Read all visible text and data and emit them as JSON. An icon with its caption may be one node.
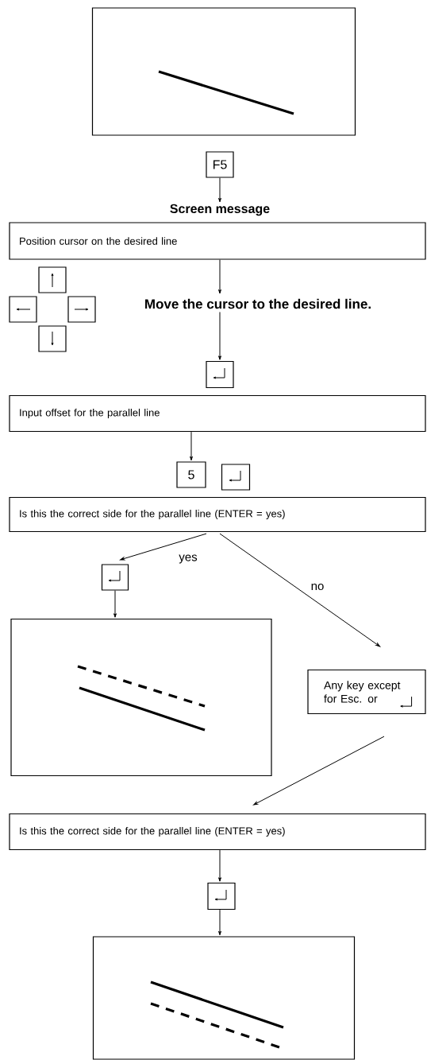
{
  "diagram": {
    "nodes": [
      {
        "text": [],
        "shape": "picture"
      },
      {
        "text": [
          "F5"
        ]
      },
      {
        "text": [
          "Screen message",
          "Position cursor on the desired line"
        ]
      },
      {
        "text": [
          "Move the cursor to the desired line."
        ]
      },
      {
        "text": [],
        "shape": "box"
      },
      {
        "text": [],
        "shape": "box"
      },
      {
        "text": [],
        "shape": "box"
      },
      {
        "text": [],
        "shape": "box"
      },
      {
        "text": [],
        "shape": "box"
      },
      {
        "text": [
          "Input offset for the parallel line"
        ]
      },
      {
        "text": [
          "5"
        ]
      },
      {
        "text": [],
        "shape": "box"
      },
      {
        "text": [
          "Is this the correct side for the parallel line (ENTER = yes)"
        ]
      },
      {
        "text": [],
        "shape": "box"
      },
      {
        "text": [],
        "shape": "picture"
      },
      {
        "text": [
          "Any key except for Esc. or"
        ]
      },
      {
        "text": [
          "Is this the correct side for the parallel line (ENTER = yes)"
        ]
      },
      {
        "text": [],
        "shape": "box"
      },
      {
        "text": [],
        "shape": "picture"
      }
    ],
    "edges": [
      {
        "from": 1,
        "to": 2,
        "arrow": "to"
      },
      {
        "from": 2,
        "to": 3,
        "arrow": "to"
      },
      {
        "from": 3,
        "to": 8,
        "arrow": "to"
      },
      {
        "from": 9,
        "to": 10,
        "arrow": "to"
      },
      {
        "from": 12,
        "to": 13,
        "arrow": "to",
        "label": "yes"
      },
      {
        "from": 13,
        "to": 14,
        "arrow": "to"
      },
      {
        "from": 12,
        "to": 15,
        "arrow": "to",
        "label": "no"
      },
      {
        "from": 15,
        "to": 16,
        "arrow": "to"
      },
      {
        "from": 16,
        "to": 17,
        "arrow": "to"
      },
      {
        "from": 17,
        "to": 18,
        "arrow": "to"
      }
    ]
  }
}
